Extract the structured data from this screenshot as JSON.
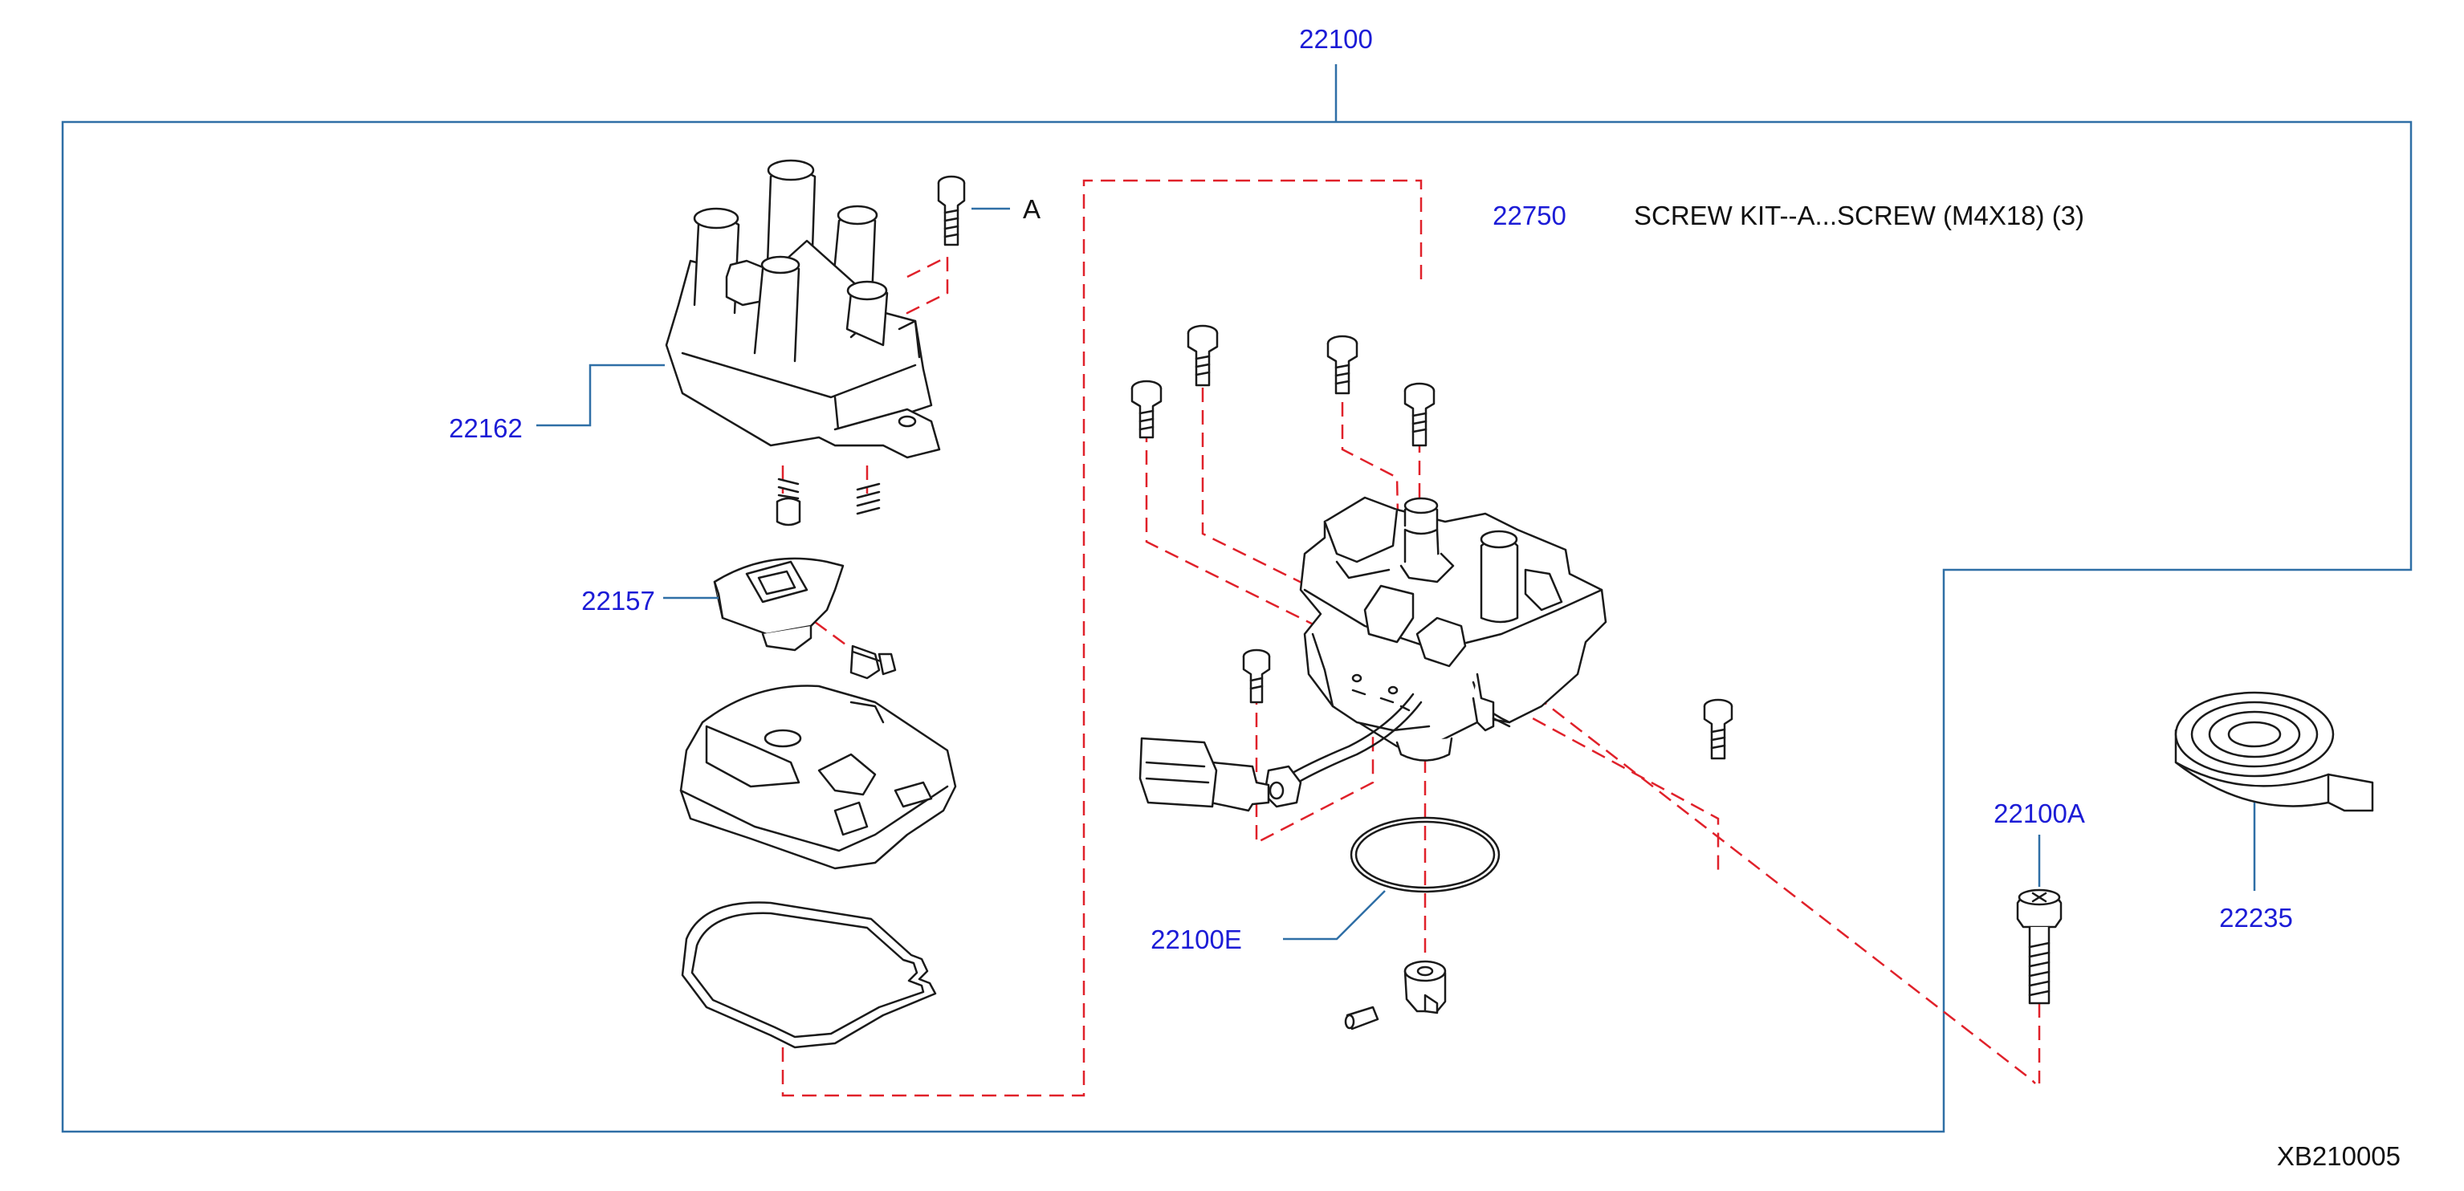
{
  "labels": {
    "assembly": "22100",
    "distributor_cap": "22162",
    "rotor_head": "22157",
    "screw_kit": "22750",
    "screw_kit_desc": "SCREW   KIT--A...SCREW   (M4X18)   (3)",
    "screw_ref": "A",
    "o_ring": "22100E",
    "bolt": "22100A",
    "tape": "22235",
    "diagram_code": "XB210005"
  },
  "colors": {
    "label_blue": "#1c1cd6",
    "frame_blue": "#2f6fa6",
    "dash_red": "#e0212a",
    "line_art": "#1a1a1a"
  }
}
